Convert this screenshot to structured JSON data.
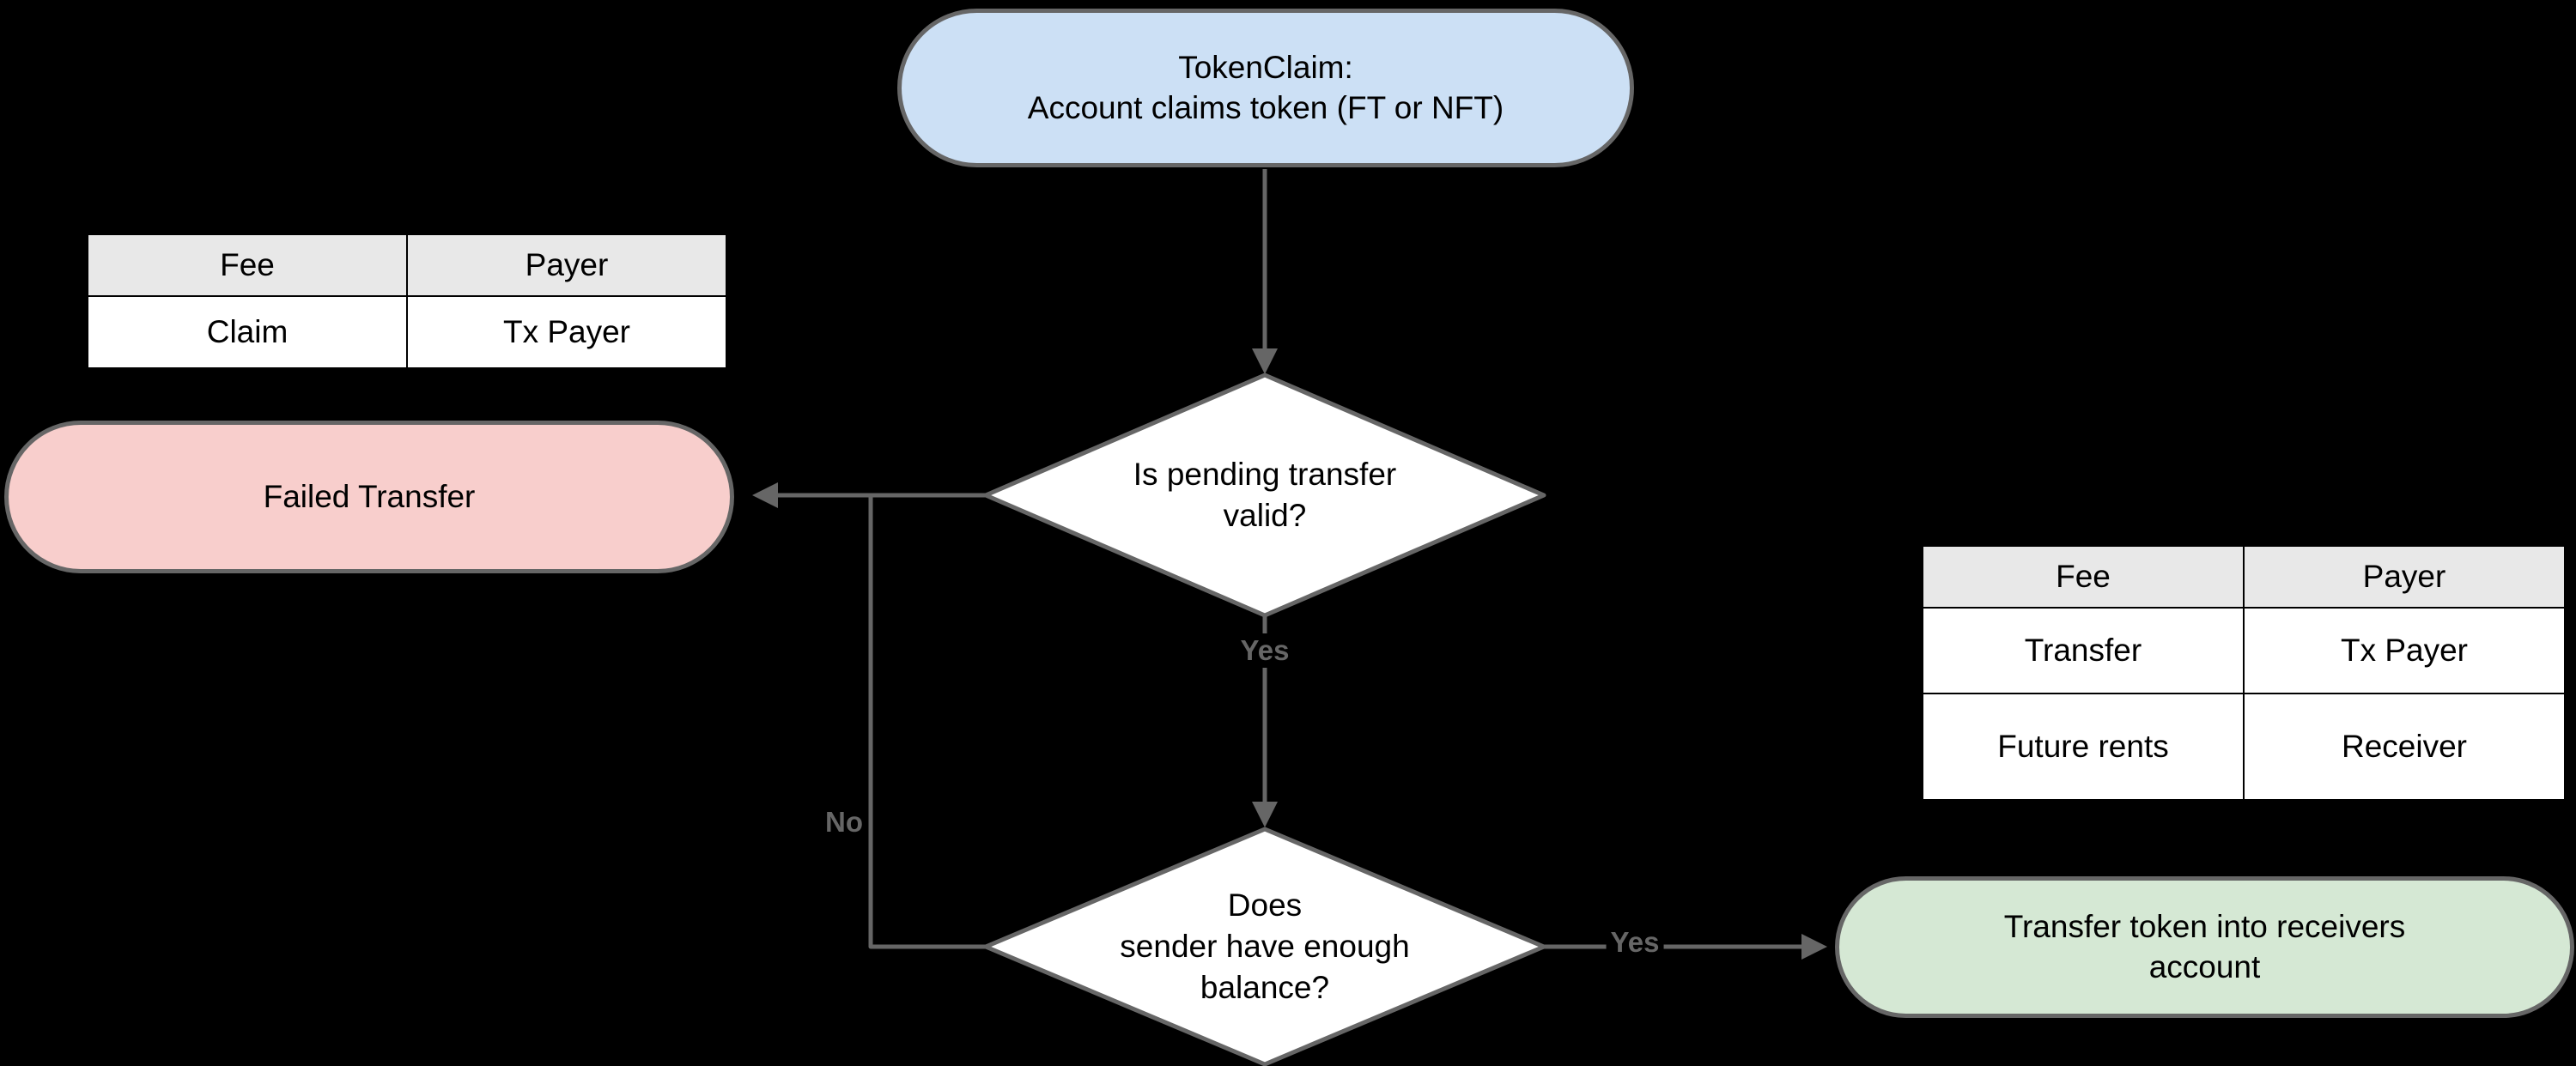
{
  "canvas": {
    "background_color": "#000000",
    "connector_color": "#666666",
    "node_border_color": "#666666"
  },
  "nodes": {
    "token_claim": {
      "label": "TokenClaim:\nAccount claims token (FT or NFT)",
      "fill": "#cce0f5",
      "shape": "rounded-pill"
    },
    "decision_pending": {
      "label": "Is pending transfer\nvalid?",
      "fill": "#ffffff",
      "shape": "diamond"
    },
    "failed_transfer": {
      "label": "Failed Transfer",
      "fill": "#f8cecc",
      "shape": "rounded-pill"
    },
    "decision_balance": {
      "label": "Does\nsender have enough\nbalance?",
      "fill": "#ffffff",
      "shape": "diamond"
    },
    "transfer_token": {
      "label": "Transfer token into receivers\naccount",
      "fill": "#d5e8d4",
      "shape": "rounded-pill"
    }
  },
  "edge_labels": {
    "pending_yes": "Yes",
    "pending_no": "No",
    "balance_yes": "Yes"
  },
  "tables": {
    "claim_fees": {
      "headers": [
        "Fee",
        "Payer"
      ],
      "rows": [
        [
          "Claim",
          "Tx Payer"
        ]
      ],
      "header_bg": "#e8e8e8"
    },
    "transfer_fees": {
      "headers": [
        "Fee",
        "Payer"
      ],
      "rows": [
        [
          "Transfer",
          "Tx Payer"
        ],
        [
          "Future rents",
          "Receiver"
        ]
      ],
      "header_bg": "#e8e8e8"
    }
  }
}
